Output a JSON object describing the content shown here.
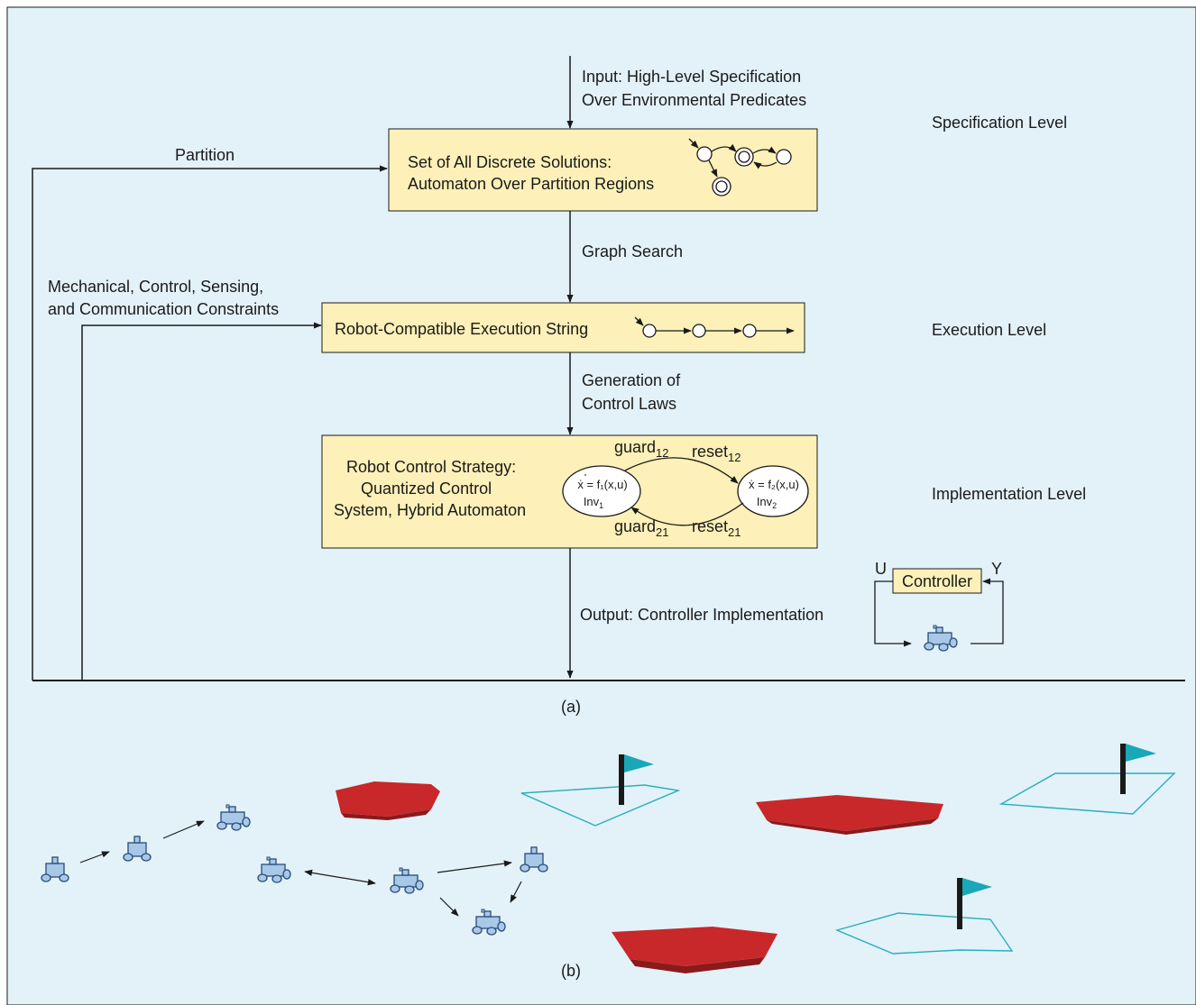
{
  "colors": {
    "background": "#e3f2f9",
    "box_fill": "#fdf0b8",
    "robot_body": "#a8c8e8",
    "obstacle": "#c8282a",
    "region_outline": "#2aaeb8",
    "flag": "#1aa7b8"
  },
  "flow": {
    "input_label_1": "Input: High-Level Specification",
    "input_label_2": "Over Environmental Predicates",
    "partition_label": "Partition",
    "box1_line1": "Set of All Discrete Solutions:",
    "box1_line2": "Automaton Over Partition Regions",
    "graph_search_label": "Graph Search",
    "constraints_line1": "Mechanical, Control, Sensing,",
    "constraints_line2": "and Communication Constraints",
    "box2_label": "Robot-Compatible Execution String",
    "control_laws_line1": "Generation of",
    "control_laws_line2": "Control Laws",
    "box3_line1": "Robot Control Strategy:",
    "box3_line2": "Quantized Control",
    "box3_line3": "System, Hybrid Automaton",
    "output_label": "Output: Controller Implementation"
  },
  "hybrid": {
    "guard12": "guard",
    "guard12_sub": "12",
    "reset12": "reset",
    "reset12_sub": "12",
    "guard21": "guard",
    "guard21_sub": "21",
    "reset21": "reset",
    "reset21_sub": "21",
    "state1_eq": "ẋ = f₁(x,u)",
    "state1_inv": "Inv",
    "state1_inv_sub": "1",
    "state2_eq": "ẋ = f₂(x,u)",
    "state2_inv": "Inv",
    "state2_inv_sub": "2"
  },
  "levels": {
    "specification": "Specification Level",
    "execution": "Execution Level",
    "implementation": "Implementation Level"
  },
  "loop": {
    "controller_label": "Controller",
    "u_label": "U",
    "y_label": "Y"
  },
  "captions": {
    "a": "(a)",
    "b": "(b)"
  }
}
